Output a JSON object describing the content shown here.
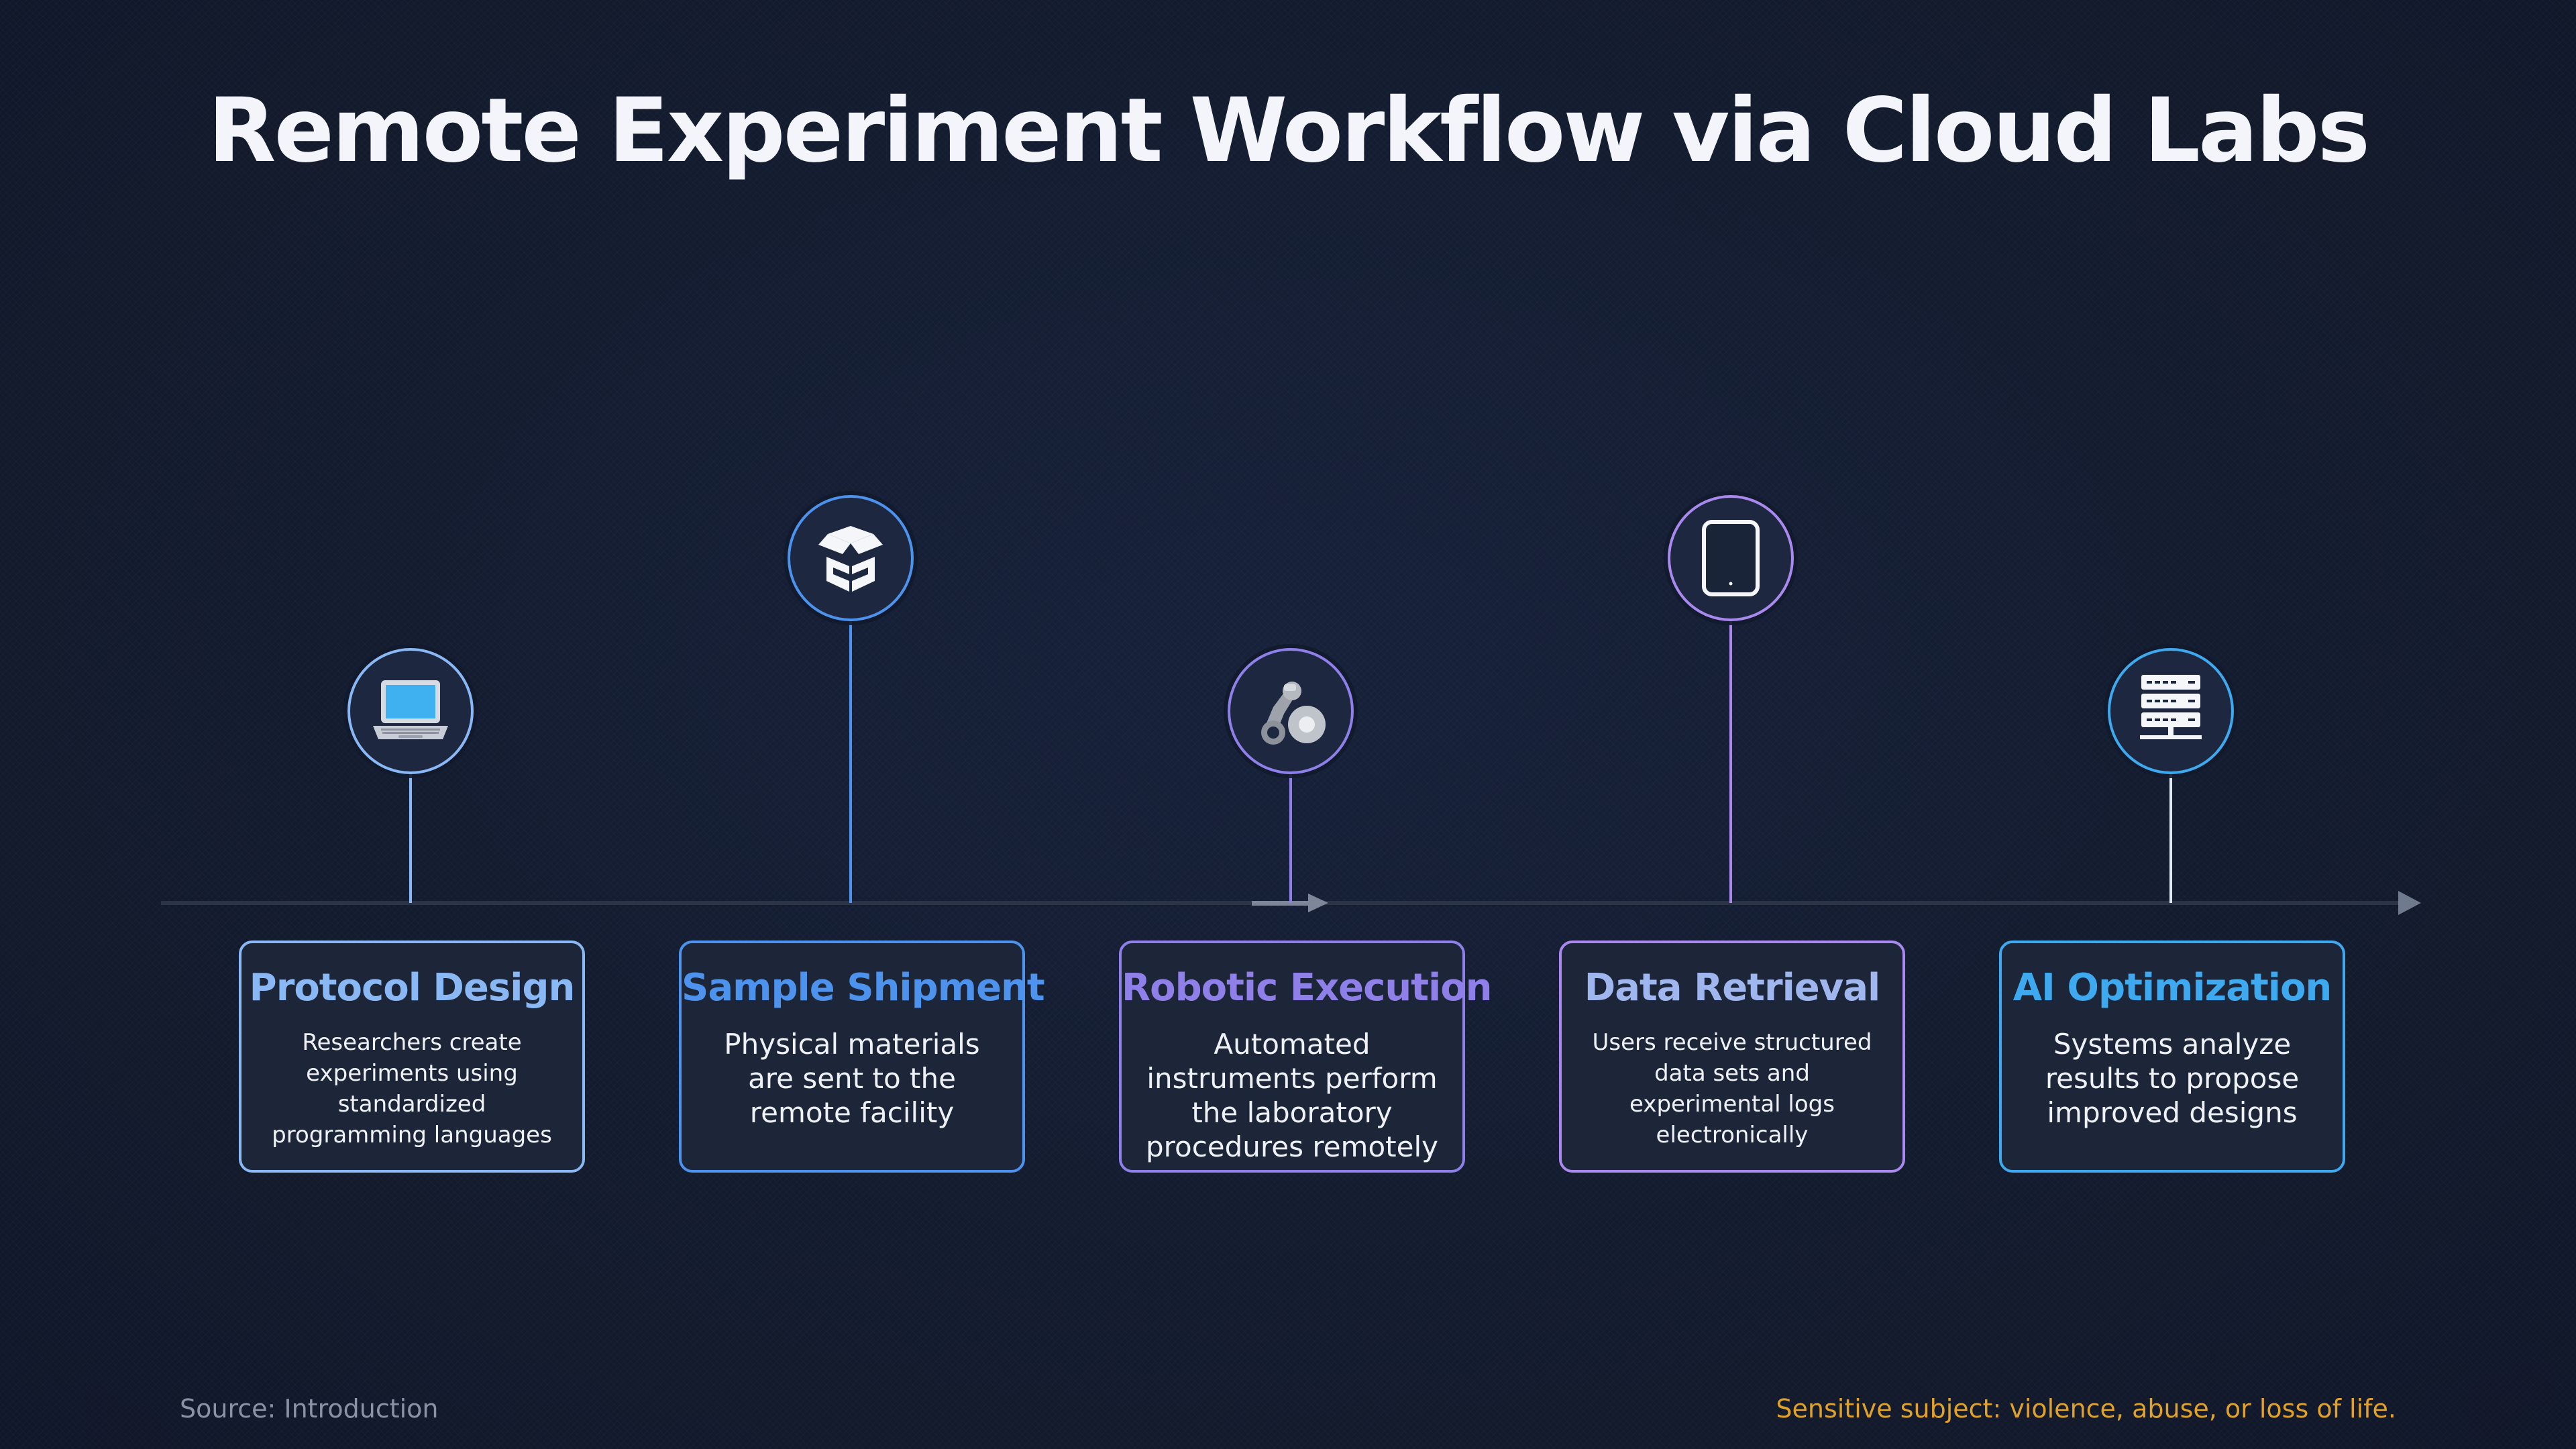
{
  "title": "Remote Experiment Workflow via Cloud Labs",
  "steps": [
    {
      "title": "Protocol Design",
      "description": "Researchers create experiments using standardized programming languages",
      "icon": "laptop-icon",
      "color": "#8ab8f5"
    },
    {
      "title": "Sample Shipment",
      "description": "Physical materials are sent to the remote facility",
      "icon": "package-box-icon",
      "color": "#4d92ec"
    },
    {
      "title": "Robotic Execution",
      "description": "Automated instruments perform the laboratory procedures remotely",
      "icon": "robot-arm-icon",
      "color": "#8f7fe9"
    },
    {
      "title": "Data Retrieval",
      "description": "Users receive structured data sets and experimental logs electronically",
      "icon": "tablet-icon",
      "color": "#a989ee"
    },
    {
      "title": "AI Optimization",
      "description": "Systems analyze results to propose improved designs",
      "icon": "server-rack-icon",
      "color": "#3ea9ee"
    }
  ],
  "footer": {
    "source": "Source: Introduction",
    "note": "Sensitive subject: violence, abuse, or loss of life."
  }
}
